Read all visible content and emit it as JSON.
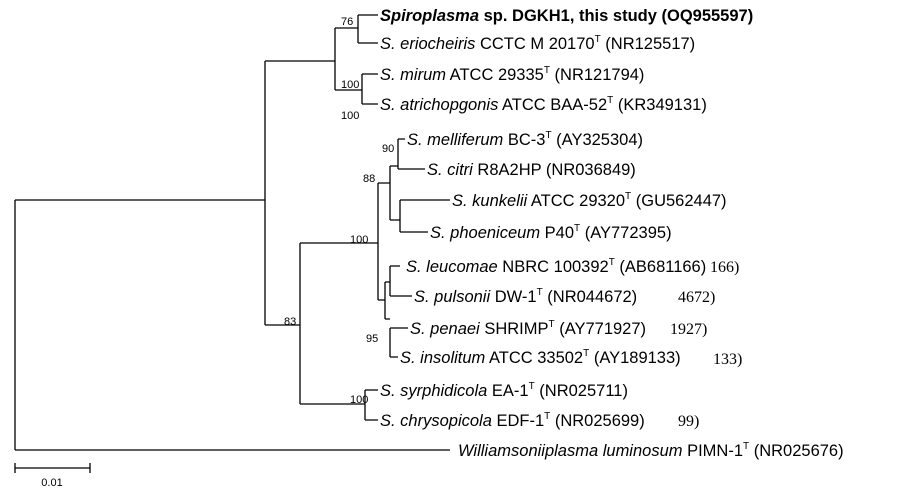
{
  "taxa": [
    {
      "id": "dgkh1",
      "italic": "Spiroplasma",
      "rest": " sp. DGKH1, this study (OQ955597)",
      "sup": "",
      "tail": "",
      "bold": true
    },
    {
      "id": "eriocheiris",
      "italic": "S. eriocheiris",
      "rest": " CCTC M 20170",
      "sup": "T",
      "tail": " (NR125517)",
      "bold": false
    },
    {
      "id": "mirum",
      "italic": "S. mirum",
      "rest": " ATCC 29335",
      "sup": "T",
      "tail": " (NR121794)",
      "bold": false
    },
    {
      "id": "atrichopgonis",
      "italic": "S. atrichopgonis",
      "rest": " ATCC BAA-52",
      "sup": "T",
      "tail": " (KR349131)",
      "bold": false
    },
    {
      "id": "melliferum",
      "italic": "S. melliferum",
      "rest": " BC-3",
      "sup": "T",
      "tail": " (AY325304)",
      "bold": false
    },
    {
      "id": "citri",
      "italic": "S. citri",
      "rest": " R8A2HP (NR036849)",
      "sup": "",
      "tail": "",
      "bold": false
    },
    {
      "id": "kunkelii",
      "italic": "S. kunkelii",
      "rest": " ATCC 29320",
      "sup": "T",
      "tail": " (GU562447)",
      "bold": false
    },
    {
      "id": "phoeniceum",
      "italic": "S. phoeniceum",
      "rest": " P40",
      "sup": "T",
      "tail": " (AY772395)",
      "bold": false
    },
    {
      "id": "leucomae",
      "italic": "S. leucomae",
      "rest": " NBRC 100392",
      "sup": "T",
      "tail": " (AB681166)",
      "bold": false
    },
    {
      "id": "pulsonii",
      "italic": "S. pulsonii",
      "rest": " DW-1",
      "sup": "T",
      "tail": " (NR044672)",
      "bold": false
    },
    {
      "id": "penaei",
      "italic": "S. penaei",
      "rest": " SHRIMP",
      "sup": "T",
      "tail": " (AY771927)",
      "bold": false
    },
    {
      "id": "insolitum",
      "italic": "S. insolitum",
      "rest": " ATCC 33502",
      "sup": "T",
      "tail": " (AY189133)",
      "bold": false
    },
    {
      "id": "syrphidicola",
      "italic": "S. syrphidicola",
      "rest": " EA-1",
      "sup": "T",
      "tail": " (NR025711)",
      "bold": false
    },
    {
      "id": "chrysopicola",
      "italic": "S. chrysopicola",
      "rest": " EDF-1",
      "sup": "T",
      "tail": " (NR025699)",
      "bold": false
    },
    {
      "id": "williamsonii",
      "italic": "Williamsoniiplasma luminosum",
      "rest": " PIMN-1",
      "sup": "T",
      "tail": " (NR025676)",
      "bold": false
    }
  ],
  "bootstrap": [
    {
      "id": "b76",
      "value": "76"
    },
    {
      "id": "b100a",
      "value": "100"
    },
    {
      "id": "b100b",
      "value": "100"
    },
    {
      "id": "b90",
      "value": "90"
    },
    {
      "id": "b88",
      "value": "88"
    },
    {
      "id": "b100c",
      "value": "100"
    },
    {
      "id": "b95",
      "value": "95"
    },
    {
      "id": "b83",
      "value": "83"
    },
    {
      "id": "b100d",
      "value": "100"
    }
  ],
  "artifacts": [
    {
      "id": "a166",
      "value": "166)"
    },
    {
      "id": "a4672",
      "value": "4672)"
    },
    {
      "id": "a1927",
      "value": "1927)"
    },
    {
      "id": "a133",
      "value": "133)"
    },
    {
      "id": "a99",
      "value": "99)"
    }
  ],
  "scale_bar": {
    "label": "0.01"
  }
}
